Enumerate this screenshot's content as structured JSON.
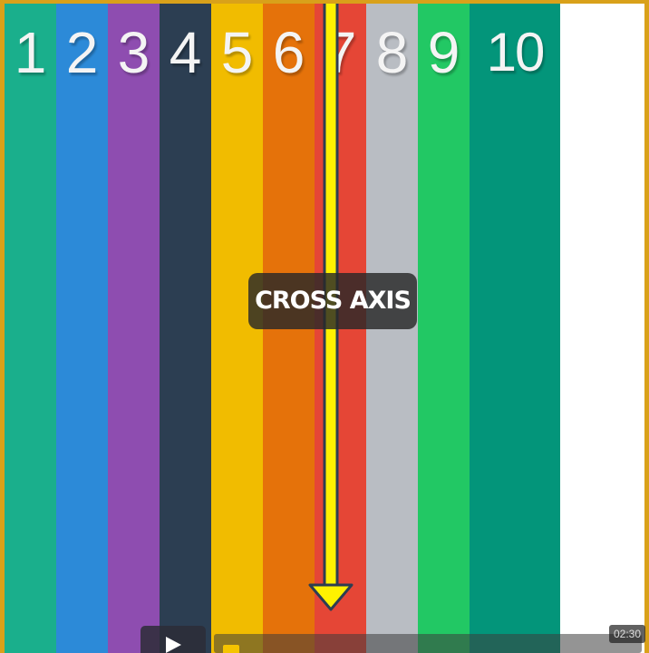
{
  "columns": [
    {
      "label": "1",
      "color": "#1aaf8c"
    },
    {
      "label": "2",
      "color": "#2c8ad8"
    },
    {
      "label": "3",
      "color": "#8e4db0"
    },
    {
      "label": "4",
      "color": "#2c3e52"
    },
    {
      "label": "5",
      "color": "#f1bc00"
    },
    {
      "label": "6",
      "color": "#e5720a"
    },
    {
      "label": "7",
      "color": "#e54636"
    },
    {
      "label": "8",
      "color": "#b9bdc3"
    },
    {
      "label": "9",
      "color": "#22c864"
    },
    {
      "label": "10",
      "color": "#03957a"
    },
    {
      "label": "",
      "color": "#ffffff"
    }
  ],
  "overlay": {
    "label": "CROSS AXIS",
    "arrow_color": "#fff200"
  },
  "player": {
    "play_icon": "play-icon",
    "time": "02:30",
    "progress_fraction": 0.04
  }
}
